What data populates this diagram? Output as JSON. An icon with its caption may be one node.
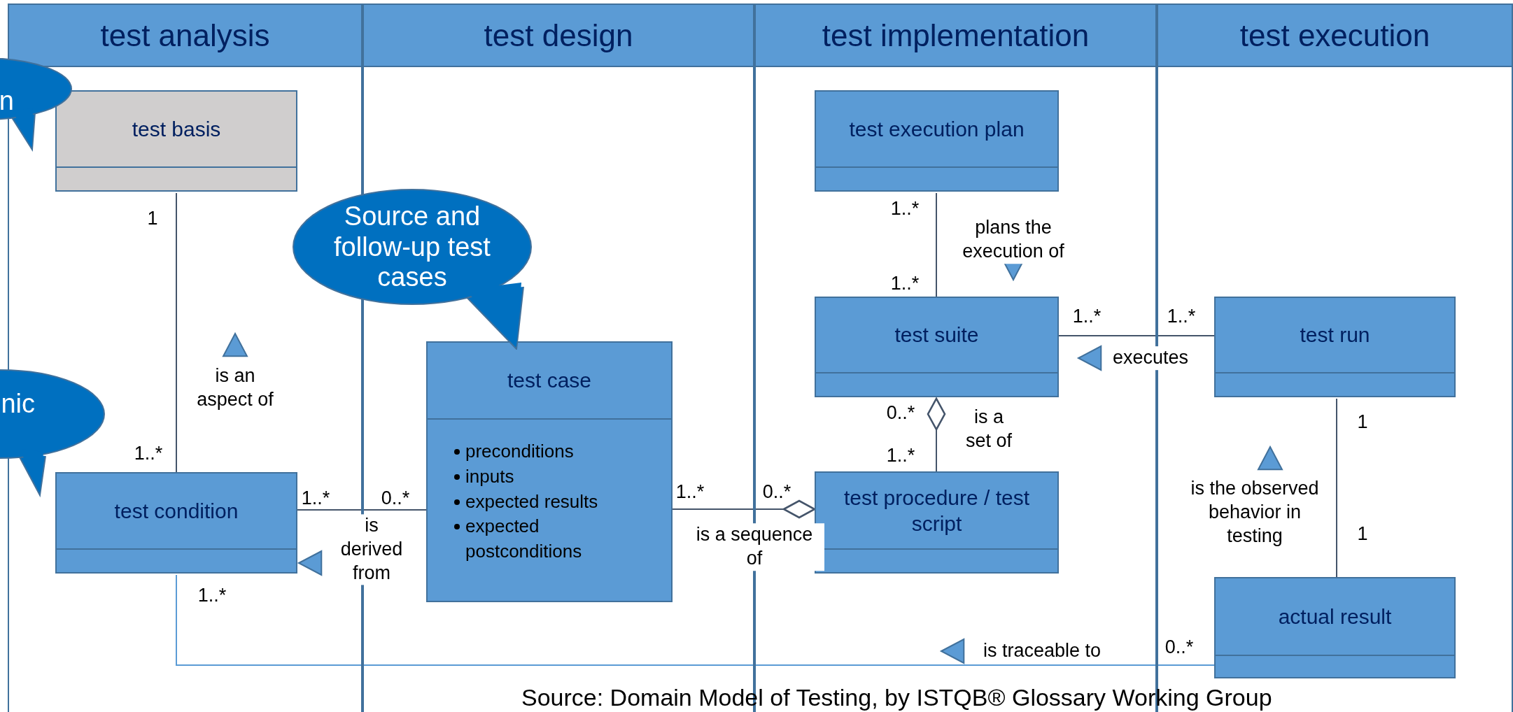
{
  "diagram": {
    "nodes": [
      {
        "text": [
          "test analysis"
        ]
      },
      {
        "text": [
          "test design"
        ]
      },
      {
        "text": [
          "test implementation"
        ]
      },
      {
        "text": [
          "test execution"
        ]
      },
      {
        "text": [
          "n"
        ]
      },
      {
        "text": [
          "nic"
        ]
      },
      {
        "text": [
          "Source and follow-up test cases"
        ]
      },
      {
        "text": [
          "test basis"
        ],
        "in": 0
      },
      {
        "text": [
          "test condition"
        ],
        "in": 0
      },
      {
        "text": [
          "test case",
          "preconditions",
          "inputs",
          "expected results",
          "expected postconditions"
        ],
        "in": 1
      },
      {
        "text": [
          "test execution plan"
        ],
        "in": 2
      },
      {
        "text": [
          "test suite"
        ],
        "in": 2
      },
      {
        "text": [
          "test procedure / test script"
        ],
        "in": 2
      },
      {
        "text": [
          "test run"
        ],
        "in": 3
      },
      {
        "text": [
          "actual result"
        ],
        "in": 3
      }
    ],
    "edges": [
      {
        "from": 7,
        "to": 8,
        "arrow": "none",
        "label": "is an aspect of"
      },
      {
        "from": 8,
        "to": 9,
        "arrow": "none",
        "label": "is derived from"
      },
      {
        "from": 9,
        "to": 12,
        "arrow": "other",
        "label": "is a sequence of"
      },
      {
        "from": 10,
        "to": 11,
        "arrow": "none",
        "label": "plans the execution of"
      },
      {
        "from": 11,
        "to": 12,
        "arrow": "other",
        "label": "is a set of"
      },
      {
        "from": 11,
        "to": 13,
        "arrow": "none",
        "label": "executes"
      },
      {
        "from": 13,
        "to": 14,
        "arrow": "none",
        "label": "is the observed behavior in testing"
      },
      {
        "from": 8,
        "to": 14,
        "arrow": "none",
        "label": "is traceable to",
        "color": "#5b9bd5"
      }
    ],
    "labels": [
      "1..*",
      "1",
      "1..*",
      "1..*",
      "1..*",
      "0..*",
      "1",
      "1..*",
      "1..*",
      "1..*",
      "0..*",
      "1..*",
      "0..*",
      "1",
      "1..*",
      "0..*",
      "Source: Domain Model of Testing, by ISTQB® Glossary Working Group"
    ]
  }
}
